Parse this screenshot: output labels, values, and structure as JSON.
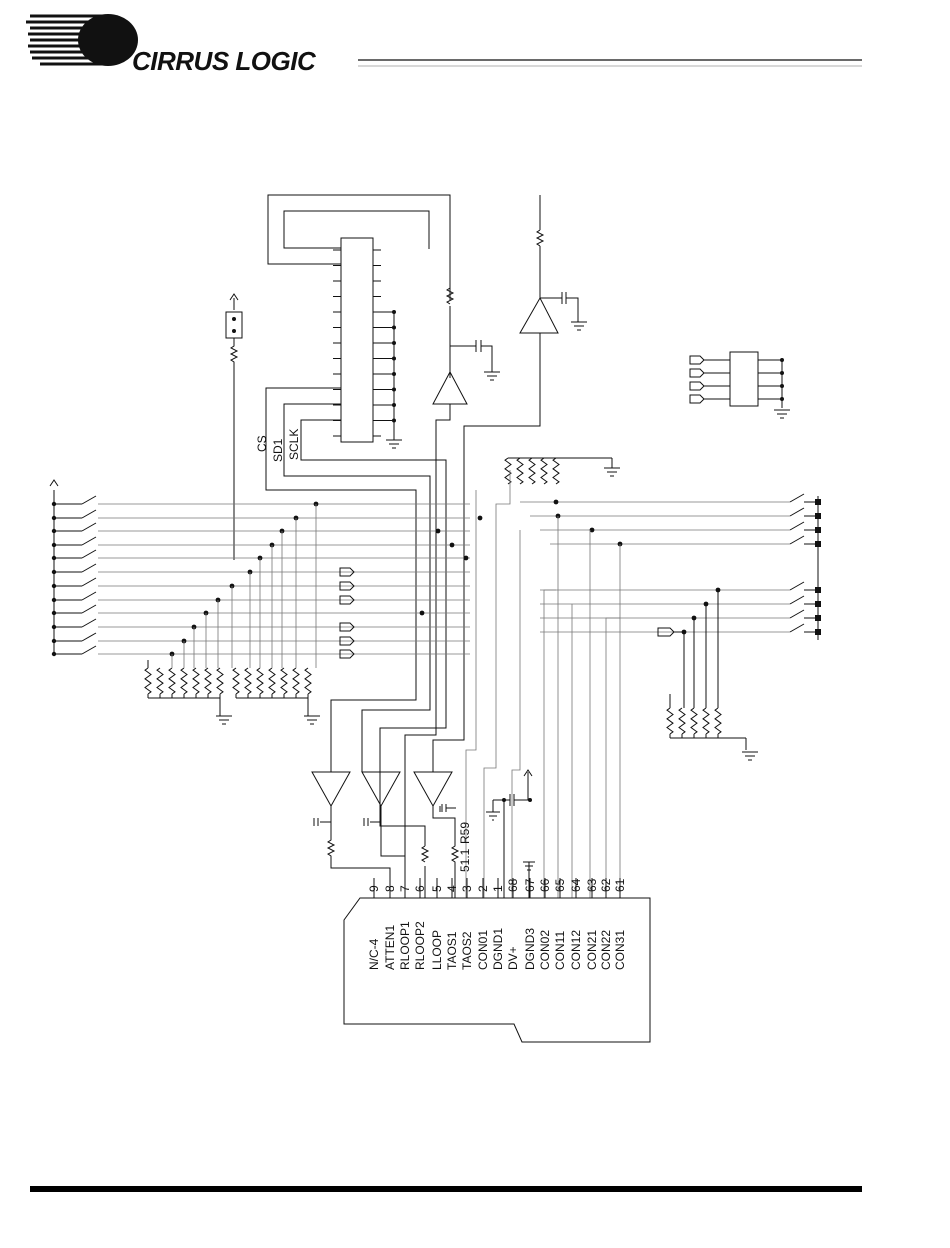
{
  "header": {
    "brand_name": "CIRRUS LOGIC"
  },
  "schematic": {
    "serial_labels": [
      "CS",
      "SD1",
      "SCLK"
    ],
    "resistor_label": "R59",
    "resistor_value": "51.1",
    "connector_pins": [
      {
        "num": "9",
        "name": "N/C-4"
      },
      {
        "num": "8",
        "name": "ATTEN1"
      },
      {
        "num": "7",
        "name": "RLOOP1"
      },
      {
        "num": "6",
        "name": "RLOOP2"
      },
      {
        "num": "5",
        "name": "LLOOP"
      },
      {
        "num": "4",
        "name": "TAOS1"
      },
      {
        "num": "3",
        "name": "TAOS2"
      },
      {
        "num": "2",
        "name": "CON01"
      },
      {
        "num": "1",
        "name": "DGND1"
      },
      {
        "num": "68",
        "name": "DV+"
      },
      {
        "num": "67",
        "name": "DGND3"
      },
      {
        "num": "66",
        "name": "CON02"
      },
      {
        "num": "65",
        "name": "CON11"
      },
      {
        "num": "64",
        "name": "CON12"
      },
      {
        "num": "63",
        "name": "CON21"
      },
      {
        "num": "62",
        "name": "CON22"
      },
      {
        "num": "61",
        "name": "CON31"
      }
    ]
  }
}
